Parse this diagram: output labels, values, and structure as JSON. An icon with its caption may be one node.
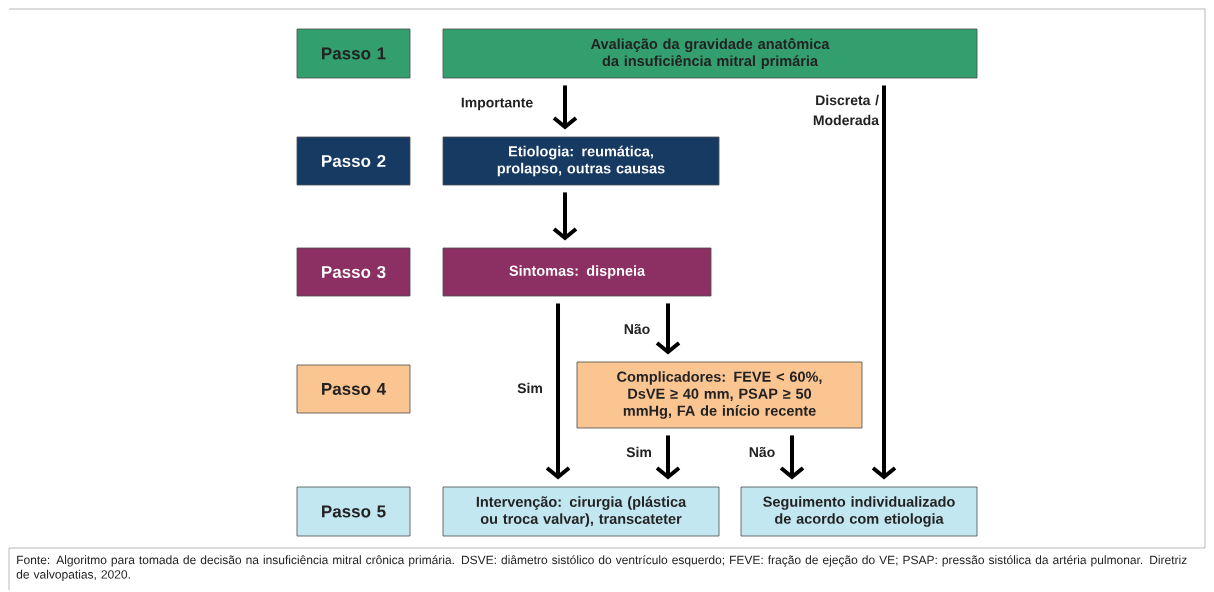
{
  "diagram": {
    "caption": "Fonte: Algoritmo para tomada de decisão na insuficiência mitral crônica primária. DSVE: diâmetro sistólico do ventrículo esquerdo; FEVE: fração de ejeção do VE; PSAP: pressão sistólica da artéria pulmonar.  Diretriz de valvopatias, 2020.",
    "nodes": [
      {
        "text": [
          "Passo 1"
        ]
      },
      {
        "text": [
          "Avaliação da gravidade anatômica da insuficiência mitral primária"
        ]
      },
      {
        "text": [
          "Passo 2"
        ]
      },
      {
        "text": [
          "Etiologia: reumática, prolapso, outras causas"
        ]
      },
      {
        "text": [
          "Passo 3"
        ]
      },
      {
        "text": [
          "Sintomas: dispneia"
        ]
      },
      {
        "text": [
          "Passo 4"
        ]
      },
      {
        "text": [
          "Complicadores: FEVE < 60%, DsVE ≥ 40 mm, PSAP ≥ 50 mmHg, FA de início recente"
        ]
      },
      {
        "text": [
          "Passo 5"
        ]
      },
      {
        "text": [
          "Intervenção: cirurgia (plástica ou troca valvar), transcateter"
        ]
      },
      {
        "text": [
          "Seguimento individualizado de acordo com etiologia"
        ]
      }
    ],
    "edges": [
      {
        "from": 1,
        "to": 3,
        "arrow": "to",
        "label": "Importante"
      },
      {
        "from": 1,
        "to": 10,
        "arrow": "to",
        "label": "Discreta / Moderada"
      },
      {
        "from": 3,
        "to": 5,
        "arrow": "to"
      },
      {
        "from": 5,
        "to": 9,
        "arrow": "to",
        "label": "Sim"
      },
      {
        "from": 5,
        "to": 7,
        "arrow": "to",
        "label": "Não"
      },
      {
        "from": 7,
        "to": 9,
        "arrow": "to",
        "label": "Sim"
      },
      {
        "from": 7,
        "to": 10,
        "arrow": "to",
        "label": "Não"
      }
    ]
  }
}
